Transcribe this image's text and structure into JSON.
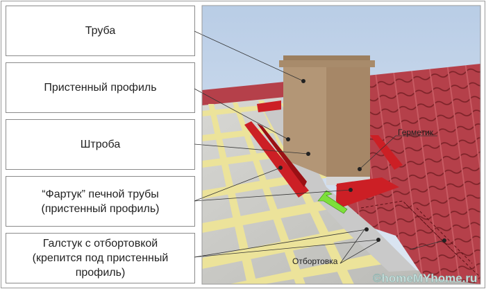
{
  "labels": [
    {
      "text": "Труба"
    },
    {
      "text": "Пристенный профиль"
    },
    {
      "text": "Штроба"
    },
    {
      "text": "“Фартук” печной трубы\n(пристенный профиль)"
    },
    {
      "text": "Галстук с отбортовкой\n(крепится под пристенный\nпрофиль)"
    }
  ],
  "callouts": {
    "sealant": "Герметик",
    "flange": "Отбортовка"
  },
  "watermark": "©homeMYhome.ru",
  "colors": {
    "roof": "#b5404a",
    "chimney": "#ad9070",
    "flashing": "#cc1f25",
    "batten": "#eee49a",
    "sky": "#c9d9ec",
    "arrow": "#7de03a"
  }
}
